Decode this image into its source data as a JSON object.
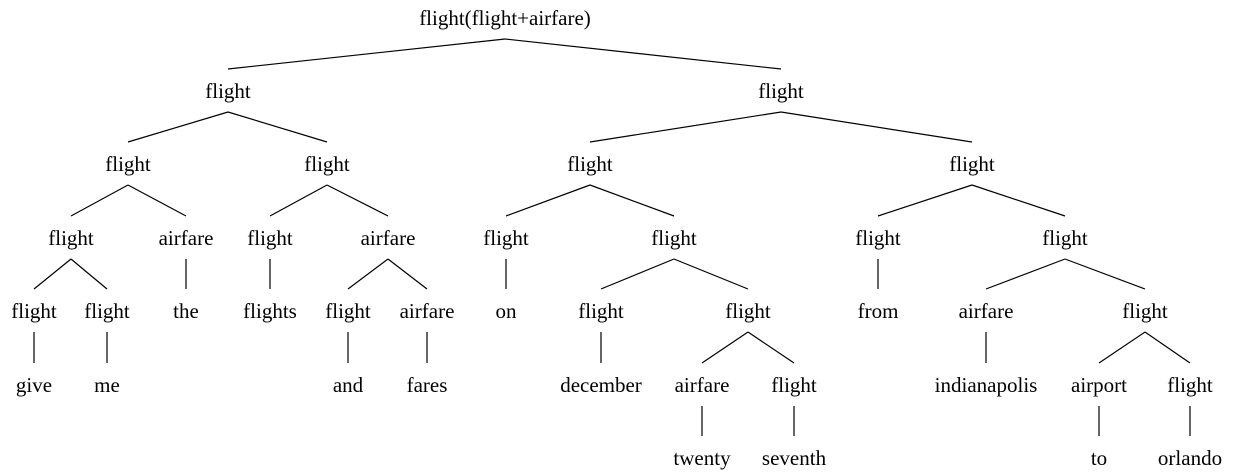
{
  "tree": {
    "root": "n0",
    "nodes": [
      {
        "id": "n0",
        "label": "flight(flight+airfare)",
        "children": [
          "n1",
          "n2"
        ]
      },
      {
        "id": "n1",
        "label": "flight",
        "children": [
          "n3",
          "n4"
        ]
      },
      {
        "id": "n2",
        "label": "flight",
        "children": [
          "n5",
          "n6"
        ]
      },
      {
        "id": "n3",
        "label": "flight",
        "children": [
          "n7",
          "n8"
        ]
      },
      {
        "id": "n4",
        "label": "flight",
        "children": [
          "n9",
          "n10"
        ]
      },
      {
        "id": "n5",
        "label": "flight",
        "children": [
          "n11",
          "n12"
        ]
      },
      {
        "id": "n6",
        "label": "flight",
        "children": [
          "n13",
          "n14"
        ]
      },
      {
        "id": "n7",
        "label": "flight",
        "children": [
          "n15",
          "n16"
        ]
      },
      {
        "id": "n8",
        "label": "airfare",
        "children": [
          "n17"
        ]
      },
      {
        "id": "n9",
        "label": "flight",
        "children": [
          "n18"
        ]
      },
      {
        "id": "n10",
        "label": "airfare",
        "children": [
          "n19",
          "n20"
        ]
      },
      {
        "id": "n11",
        "label": "flight",
        "children": [
          "n21"
        ]
      },
      {
        "id": "n12",
        "label": "flight",
        "children": [
          "n22",
          "n23"
        ]
      },
      {
        "id": "n13",
        "label": "flight",
        "children": [
          "n24"
        ]
      },
      {
        "id": "n14",
        "label": "flight",
        "children": [
          "n25",
          "n26"
        ]
      },
      {
        "id": "n15",
        "label": "flight",
        "children": [
          "n27"
        ]
      },
      {
        "id": "n16",
        "label": "flight",
        "children": [
          "n28"
        ]
      },
      {
        "id": "n17",
        "label": "the",
        "children": []
      },
      {
        "id": "n18",
        "label": "flights",
        "children": []
      },
      {
        "id": "n19",
        "label": "flight",
        "children": [
          "n29"
        ]
      },
      {
        "id": "n20",
        "label": "airfare",
        "children": [
          "n30"
        ]
      },
      {
        "id": "n21",
        "label": "on",
        "children": []
      },
      {
        "id": "n22",
        "label": "flight",
        "children": [
          "n31"
        ]
      },
      {
        "id": "n23",
        "label": "flight",
        "children": [
          "n32",
          "n33"
        ]
      },
      {
        "id": "n24",
        "label": "from",
        "children": []
      },
      {
        "id": "n25",
        "label": "airfare",
        "children": [
          "n34"
        ]
      },
      {
        "id": "n26",
        "label": "flight",
        "children": [
          "n35",
          "n36"
        ]
      },
      {
        "id": "n27",
        "label": "give",
        "children": []
      },
      {
        "id": "n28",
        "label": "me",
        "children": []
      },
      {
        "id": "n29",
        "label": "and",
        "children": []
      },
      {
        "id": "n30",
        "label": "fares",
        "children": []
      },
      {
        "id": "n31",
        "label": "december",
        "children": []
      },
      {
        "id": "n32",
        "label": "airfare",
        "children": [
          "n37"
        ]
      },
      {
        "id": "n33",
        "label": "flight",
        "children": [
          "n38"
        ]
      },
      {
        "id": "n34",
        "label": "indianapolis",
        "children": []
      },
      {
        "id": "n35",
        "label": "airport",
        "children": [
          "n39"
        ]
      },
      {
        "id": "n36",
        "label": "flight",
        "children": [
          "n40"
        ]
      },
      {
        "id": "n37",
        "label": "twenty",
        "children": []
      },
      {
        "id": "n38",
        "label": "seventh",
        "children": []
      },
      {
        "id": "n39",
        "label": "to",
        "children": []
      },
      {
        "id": "n40",
        "label": "orlando",
        "children": []
      }
    ]
  }
}
